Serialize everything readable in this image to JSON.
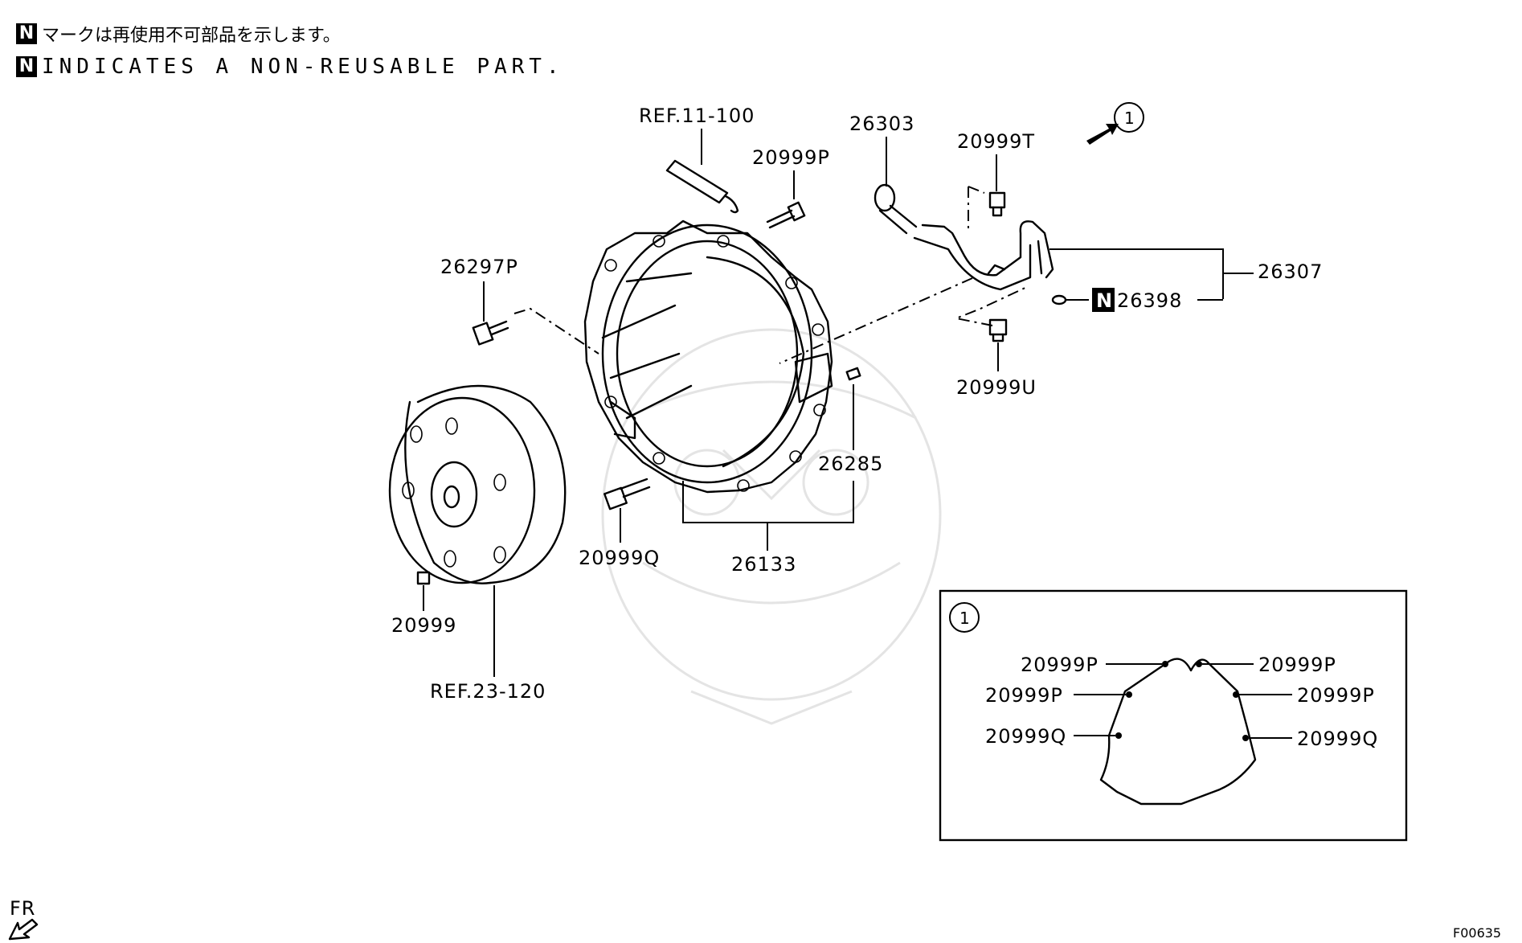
{
  "legend": {
    "jp_mark": "N",
    "jp_text": "マークは再使用不可部品を示します。",
    "en_mark": "N",
    "en_text": "INDICATES A NON-REUSABLE PART."
  },
  "labels": {
    "ref_11_100": "REF.11-100",
    "p20999P_top": "20999P",
    "p26303": "26303",
    "p20999T": "20999T",
    "view_marker": "1",
    "p26297P": "26297P",
    "p26307": "26307",
    "p26398_mark": "N",
    "p26398": "26398",
    "p20999U": "20999U",
    "p26285": "26285",
    "p20999Q": "20999Q",
    "p26133": "26133",
    "p20999": "20999",
    "ref_23_120": "REF.23-120",
    "fr": "FR",
    "figure_code": "F00635"
  },
  "inset": {
    "marker": "1",
    "left_labels": [
      "20999P",
      "20999P",
      "20999Q"
    ],
    "right_labels": [
      "20999P",
      "20999P",
      "20999Q"
    ]
  }
}
